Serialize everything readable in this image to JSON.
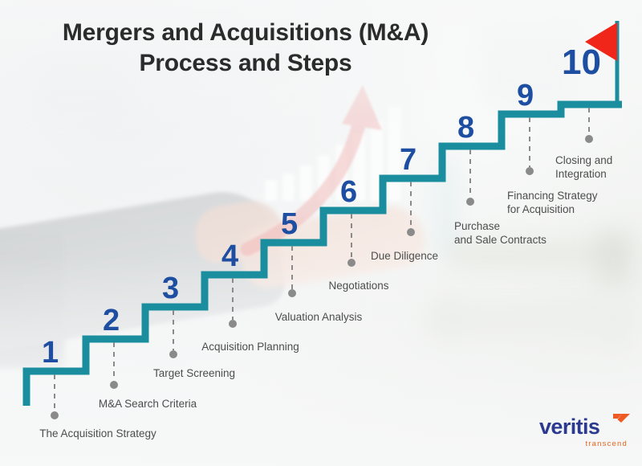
{
  "title": "Mergers and Acquisitions (M&A)\nProcess and Steps",
  "colors": {
    "stair_line": "#1a8e9e",
    "number_blue": "#1d4ea2",
    "flag_red": "#f0261b",
    "label_gray": "#4d4d4d",
    "title_gray": "#2b2b2b",
    "logo_blue": "#2b3a8f",
    "logo_orange": "#e8641c",
    "connector_gray": "#8a8a8a",
    "background": "#f4f5f6"
  },
  "steps": [
    {
      "number": "1",
      "label": "The Acquisition Strategy"
    },
    {
      "number": "2",
      "label": "M&A Search Criteria"
    },
    {
      "number": "3",
      "label": "Target Screening"
    },
    {
      "number": "4",
      "label": "Acquisition Planning"
    },
    {
      "number": "5",
      "label": "Valuation Analysis"
    },
    {
      "number": "6",
      "label": "Negotiations"
    },
    {
      "number": "7",
      "label": "Due Diligence"
    },
    {
      "number": "8",
      "label": "Purchase\nand Sale Contracts"
    },
    {
      "number": "9",
      "label": "Financing Strategy\nfor Acquisition"
    },
    {
      "number": "10",
      "label": "Closing and\nIntegration"
    }
  ],
  "logo": {
    "name": "veritis",
    "tagline": "transcend",
    "mark": "chevron-mark"
  },
  "decor": {
    "flag": "goal-flag",
    "background_arrow": "growth-arrow",
    "background_chart": "bar-chart"
  }
}
